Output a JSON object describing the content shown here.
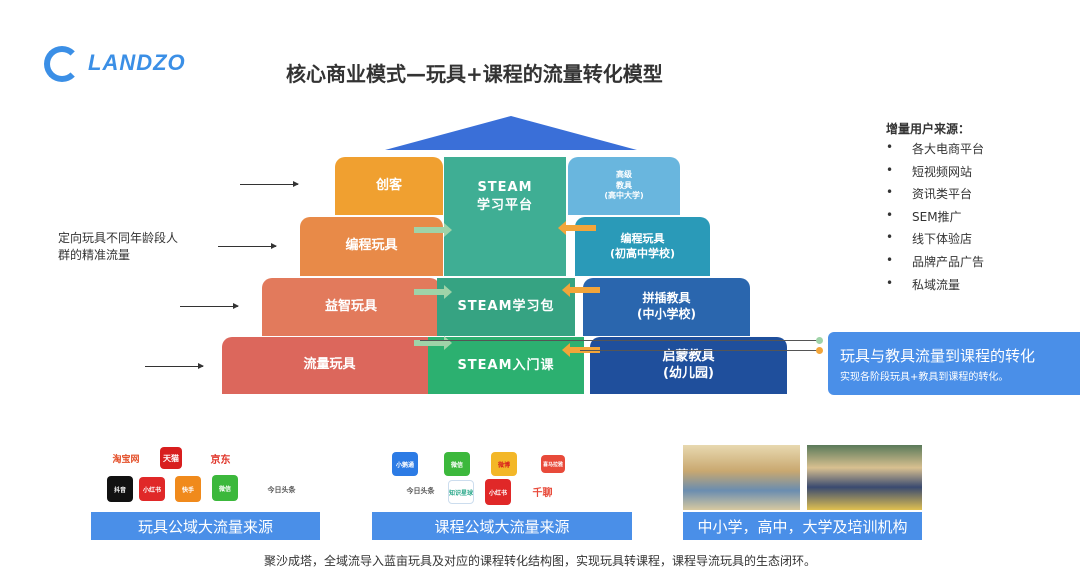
{
  "brand": "LANDZO",
  "title": "核心商业模式—玩具+课程的流量转化模型",
  "left_note": "定向玩具不同年龄段人群的精准流量",
  "left_tiers": [
    "创客",
    "编程玩具",
    "益智玩具",
    "流量玩具"
  ],
  "middle_tiers": [
    "STEAM\n学习平台",
    "STEAM学习包",
    "STEAM入门课"
  ],
  "right_tiers": [
    "高级\n教具\n(高中大学)",
    "编程玩具\n(初高中学校)",
    "拼插教具\n(中小学校)",
    "启蒙教具\n(幼儿园)"
  ],
  "sources": {
    "title": "增量用户来源：",
    "items": [
      "各大电商平台",
      "短视频网站",
      "资讯类平台",
      "SEM推广",
      "线下体验店",
      "品牌产品广告",
      "私域流量"
    ]
  },
  "conversion": {
    "title": "玩具与教具流量到课程的转化",
    "subtitle": "实现各阶段玩具+教具到课程的转化。"
  },
  "toy_logos": [
    "淘宝网",
    "天猫",
    "京东",
    "抖音",
    "小红书",
    "快手",
    "微信",
    "今日头条"
  ],
  "course_logos": [
    "小鹅通",
    "微信",
    "微博",
    "喜马拉雅",
    "今日头条",
    "知识星球",
    "小红书",
    "千聊"
  ],
  "bottom_bars": [
    "玩具公域大流量来源",
    "课程公域大流量来源",
    "中小学，高中，大学及培训机构"
  ],
  "caption": "聚沙成塔，全域流导入蓝亩玩具及对应的课程转化结构图，实现玩具转课程，课程导流玩具的生态闭环。"
}
